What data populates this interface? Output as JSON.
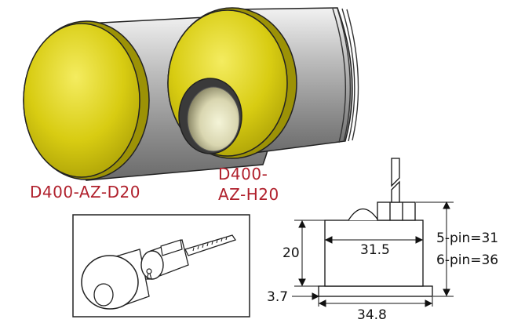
{
  "products": [
    {
      "model": "D400-AZ-D20"
    },
    {
      "model_line1": "D400-",
      "model_line2": "AZ-H20"
    }
  ],
  "dimensions": {
    "height": "20",
    "inner_width": "31.5",
    "base_thickness": "3.7",
    "base_width": "34.8",
    "pin5": "5-pin=31",
    "pin6": "6-pin=36"
  },
  "colors": {
    "cap_yellow": "#d8cc12",
    "body_gray": "#c8c8c8",
    "label_red": "#b0202c"
  }
}
